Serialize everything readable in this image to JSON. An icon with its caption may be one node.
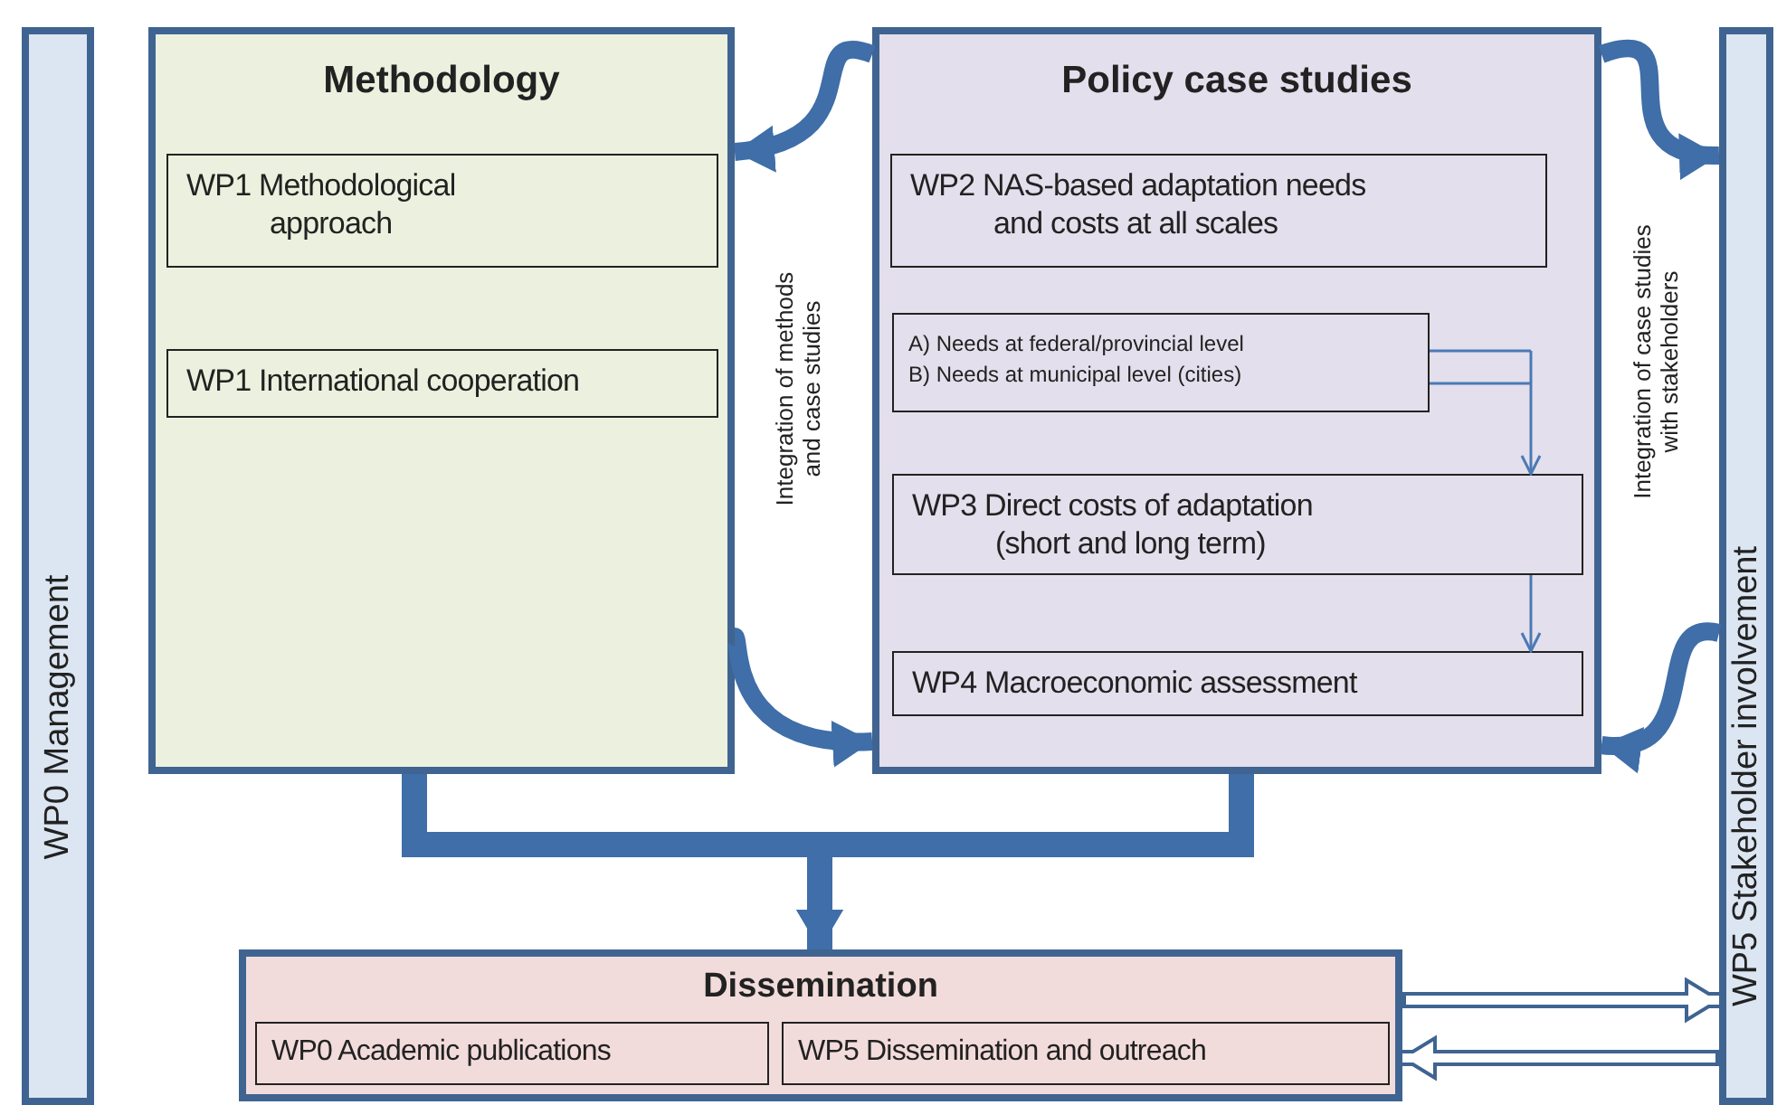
{
  "diagram": {
    "nodes": [
      {
        "text": [
          "WP0 Management"
        ]
      },
      {
        "text": [
          "Methodology"
        ]
      },
      {
        "text": [
          "WP1 Methodological approach"
        ],
        "in": 1
      },
      {
        "text": [
          "WP1 International cooperation"
        ],
        "in": 1
      },
      {
        "text": [
          "Policy case studies"
        ]
      },
      {
        "text": [
          "WP2 NAS-based adaptation needs and costs at all scales"
        ],
        "in": 4
      },
      {
        "text": [
          "A) Needs at federal/provincial level",
          "B) Needs at municipal level (cities)"
        ],
        "in": 4
      },
      {
        "text": [
          "WP3 Direct costs of adaptation (short and long term)"
        ],
        "in": 4
      },
      {
        "text": [
          "WP4 Macroeconomic assessment"
        ],
        "in": 4
      },
      {
        "text": [
          "WP5 Stakeholder involvement"
        ]
      },
      {
        "text": [
          "Dissemination"
        ]
      },
      {
        "text": [
          "WP0 Academic publications"
        ],
        "in": 10
      },
      {
        "text": [
          "WP5 Dissemination and outreach"
        ],
        "in": 10
      }
    ],
    "edges": [
      {
        "from": 4,
        "to": 1,
        "arrow": "to"
      },
      {
        "from": 1,
        "to": 4,
        "arrow": "to"
      },
      {
        "from": 4,
        "to": 9,
        "arrow": "to"
      },
      {
        "from": 9,
        "to": 4,
        "arrow": "to"
      },
      {
        "from": 6,
        "to": 7,
        "arrow": "to"
      },
      {
        "from": 7,
        "to": 8,
        "arrow": "to"
      },
      {
        "from": 1,
        "to": 10,
        "arrow": "to"
      },
      {
        "from": 4,
        "to": 10,
        "arrow": "to"
      },
      {
        "from": 10,
        "to": 9,
        "arrow": "to"
      },
      {
        "from": 9,
        "to": 10,
        "arrow": "to"
      }
    ],
    "labels": [
      "Integration of methods and case studies",
      "Integration of case studies with stakeholders"
    ]
  }
}
